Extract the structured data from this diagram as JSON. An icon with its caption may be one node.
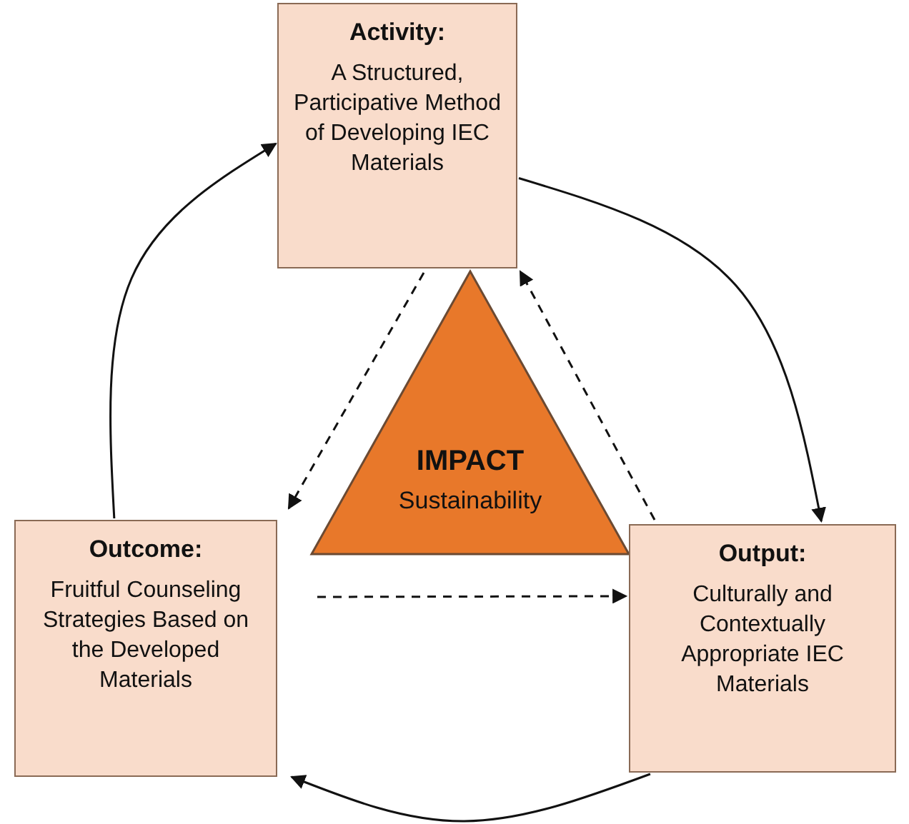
{
  "diagram": {
    "nodes": [
      {
        "text": [
          "Activity:",
          "A Structured, Participative Method of Developing IEC Materials"
        ]
      },
      {
        "text": [
          "IMPACT",
          "Sustainability"
        ]
      },
      {
        "text": [
          "Outcome:",
          "Fruitful Counseling Strategies Based on the Developed Materials"
        ]
      },
      {
        "text": [
          "Output:",
          "Culturally and Contextually Appropriate IEC Materials"
        ]
      }
    ],
    "edges": [
      {
        "from": 0,
        "to": 3,
        "arrow": "to"
      },
      {
        "from": 3,
        "to": 2,
        "arrow": "to"
      },
      {
        "from": 2,
        "to": 0,
        "arrow": "to"
      },
      {
        "from": 0,
        "to": 2,
        "arrow": "to",
        "style": "dashed"
      },
      {
        "from": 2,
        "to": 3,
        "arrow": "to",
        "style": "dashed"
      },
      {
        "from": 3,
        "to": 0,
        "arrow": "to",
        "style": "dashed"
      }
    ]
  }
}
